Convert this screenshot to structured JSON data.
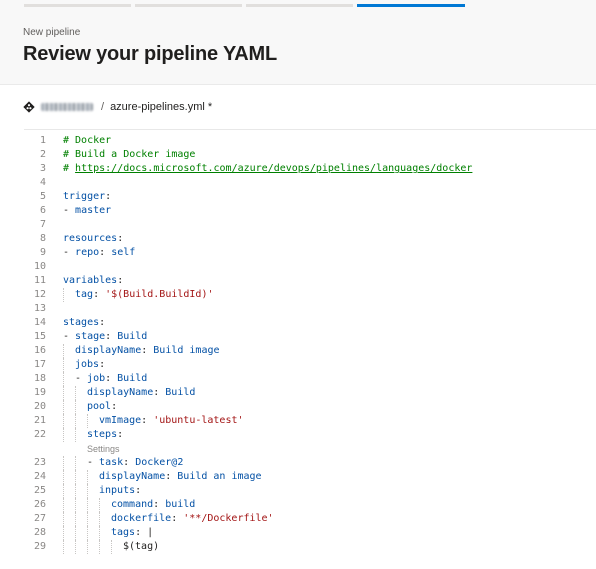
{
  "header": {
    "breadcrumb": "New pipeline",
    "title": "Review your pipeline YAML"
  },
  "file_bar": {
    "separator": "/",
    "file_name": "azure-pipelines.yml *"
  },
  "editor": {
    "settings_lens": "Settings",
    "lines": [
      {
        "n": "1",
        "indent": 0,
        "parts": [
          {
            "t": "c",
            "x": "# Docker"
          }
        ]
      },
      {
        "n": "2",
        "indent": 0,
        "parts": [
          {
            "t": "c",
            "x": "# Build a Docker image"
          }
        ]
      },
      {
        "n": "3",
        "indent": 0,
        "parts": [
          {
            "t": "c",
            "x": "# "
          },
          {
            "t": "u",
            "x": "https://docs.microsoft.com/azure/devops/pipelines/languages/docker"
          }
        ]
      },
      {
        "n": "4",
        "indent": 0,
        "parts": []
      },
      {
        "n": "5",
        "indent": 0,
        "parts": [
          {
            "t": "k",
            "x": "trigger"
          },
          {
            "t": "p",
            "x": ":"
          }
        ]
      },
      {
        "n": "6",
        "indent": 0,
        "parts": [
          {
            "t": "p",
            "x": "- "
          },
          {
            "t": "v",
            "x": "master"
          }
        ]
      },
      {
        "n": "7",
        "indent": 0,
        "parts": []
      },
      {
        "n": "8",
        "indent": 0,
        "parts": [
          {
            "t": "k",
            "x": "resources"
          },
          {
            "t": "p",
            "x": ":"
          }
        ]
      },
      {
        "n": "9",
        "indent": 0,
        "parts": [
          {
            "t": "p",
            "x": "- "
          },
          {
            "t": "k",
            "x": "repo"
          },
          {
            "t": "p",
            "x": ": "
          },
          {
            "t": "v",
            "x": "self"
          }
        ]
      },
      {
        "n": "10",
        "indent": 0,
        "parts": []
      },
      {
        "n": "11",
        "indent": 0,
        "parts": [
          {
            "t": "k",
            "x": "variables"
          },
          {
            "t": "p",
            "x": ":"
          }
        ]
      },
      {
        "n": "12",
        "indent": 1,
        "parts": [
          {
            "t": "k",
            "x": "tag"
          },
          {
            "t": "p",
            "x": ": "
          },
          {
            "t": "s",
            "x": "'$(Build.BuildId)'"
          }
        ]
      },
      {
        "n": "13",
        "indent": 0,
        "parts": []
      },
      {
        "n": "14",
        "indent": 0,
        "parts": [
          {
            "t": "k",
            "x": "stages"
          },
          {
            "t": "p",
            "x": ":"
          }
        ]
      },
      {
        "n": "15",
        "indent": 0,
        "parts": [
          {
            "t": "p",
            "x": "- "
          },
          {
            "t": "k",
            "x": "stage"
          },
          {
            "t": "p",
            "x": ": "
          },
          {
            "t": "v",
            "x": "Build"
          }
        ]
      },
      {
        "n": "16",
        "indent": 1,
        "parts": [
          {
            "t": "k",
            "x": "displayName"
          },
          {
            "t": "p",
            "x": ": "
          },
          {
            "t": "v",
            "x": "Build image"
          }
        ]
      },
      {
        "n": "17",
        "indent": 1,
        "parts": [
          {
            "t": "k",
            "x": "jobs"
          },
          {
            "t": "p",
            "x": ":"
          }
        ]
      },
      {
        "n": "18",
        "indent": 1,
        "parts": [
          {
            "t": "p",
            "x": "- "
          },
          {
            "t": "k",
            "x": "job"
          },
          {
            "t": "p",
            "x": ": "
          },
          {
            "t": "v",
            "x": "Build"
          }
        ]
      },
      {
        "n": "19",
        "indent": 2,
        "parts": [
          {
            "t": "k",
            "x": "displayName"
          },
          {
            "t": "p",
            "x": ": "
          },
          {
            "t": "v",
            "x": "Build"
          }
        ]
      },
      {
        "n": "20",
        "indent": 2,
        "parts": [
          {
            "t": "k",
            "x": "pool"
          },
          {
            "t": "p",
            "x": ":"
          }
        ]
      },
      {
        "n": "21",
        "indent": 3,
        "parts": [
          {
            "t": "k",
            "x": "vmImage"
          },
          {
            "t": "p",
            "x": ": "
          },
          {
            "t": "s",
            "x": "'ubuntu-latest'"
          }
        ]
      },
      {
        "n": "22",
        "indent": 2,
        "parts": [
          {
            "t": "k",
            "x": "steps"
          },
          {
            "t": "p",
            "x": ":"
          }
        ]
      },
      {
        "n": "23",
        "indent": 2,
        "parts": [
          {
            "t": "p",
            "x": "- "
          },
          {
            "t": "k",
            "x": "task"
          },
          {
            "t": "p",
            "x": ": "
          },
          {
            "t": "v",
            "x": "Docker@2"
          }
        ]
      },
      {
        "n": "24",
        "indent": 3,
        "parts": [
          {
            "t": "k",
            "x": "displayName"
          },
          {
            "t": "p",
            "x": ": "
          },
          {
            "t": "v",
            "x": "Build an image"
          }
        ]
      },
      {
        "n": "25",
        "indent": 3,
        "parts": [
          {
            "t": "k",
            "x": "inputs"
          },
          {
            "t": "p",
            "x": ":"
          }
        ]
      },
      {
        "n": "26",
        "indent": 4,
        "parts": [
          {
            "t": "k",
            "x": "command"
          },
          {
            "t": "p",
            "x": ": "
          },
          {
            "t": "v",
            "x": "build"
          }
        ]
      },
      {
        "n": "27",
        "indent": 4,
        "parts": [
          {
            "t": "k",
            "x": "dockerfile"
          },
          {
            "t": "p",
            "x": ": "
          },
          {
            "t": "s",
            "x": "'**/Dockerfile'"
          }
        ]
      },
      {
        "n": "28",
        "indent": 4,
        "parts": [
          {
            "t": "k",
            "x": "tags"
          },
          {
            "t": "p",
            "x": ": |"
          }
        ]
      },
      {
        "n": "29",
        "indent": 5,
        "parts": [
          {
            "t": "p",
            "x": "$(tag)"
          }
        ]
      }
    ]
  },
  "colors": {
    "accent": "#0078d4",
    "key": "#0451a5",
    "string": "#a31515",
    "comment": "#008000"
  }
}
